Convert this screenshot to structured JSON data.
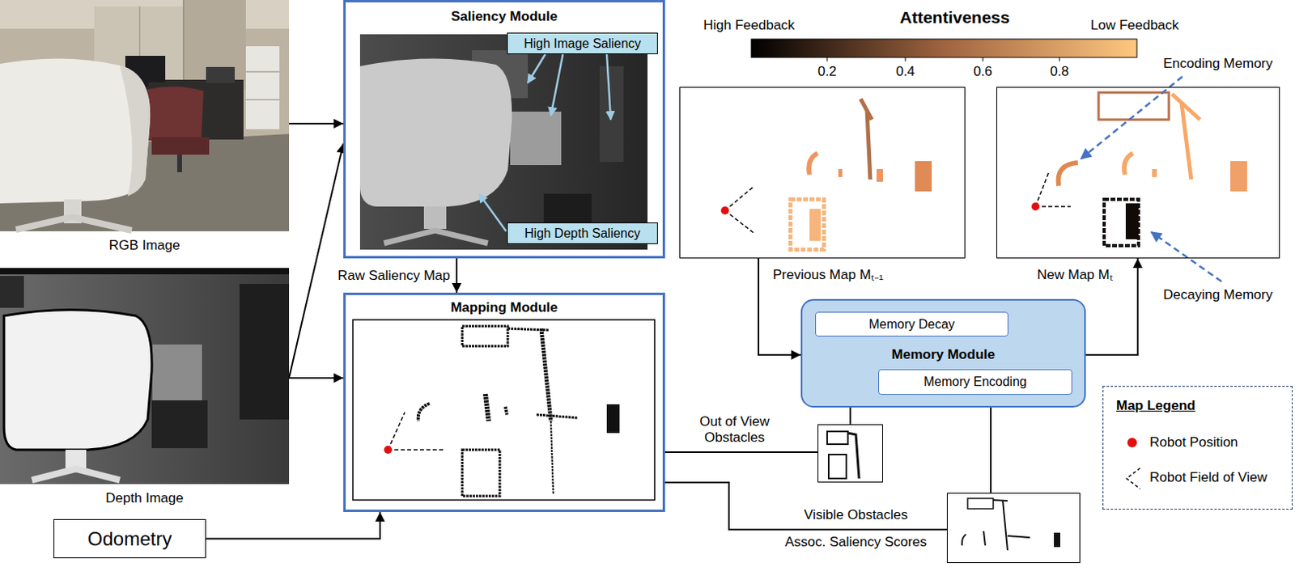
{
  "diagram": {
    "nodes": [
      {
        "text": [
          "RGB Image"
        ]
      },
      {
        "text": [
          "Depth Image"
        ]
      },
      {
        "text": [
          "Odometry"
        ]
      },
      {
        "text": [
          "Saliency Module"
        ]
      },
      {
        "text": [
          "High Image Saliency"
        ],
        "in": 3
      },
      {
        "text": [
          "High Depth Saliency"
        ],
        "in": 3
      },
      {
        "text": [
          "Mapping Module"
        ]
      },
      {
        "text": [
          "Previous Map Mₜ₋₁"
        ]
      },
      {
        "text": [
          "New Map Mₜ"
        ]
      },
      {
        "text": [
          "Memory Module"
        ]
      },
      {
        "text": [
          "Memory Decay"
        ],
        "in": 9
      },
      {
        "text": [
          "Memory Encoding"
        ],
        "in": 9
      },
      {
        "text": [
          "Out of View Obstacles"
        ]
      },
      {
        "text": [
          "Visible Obstacles",
          "Assoc. Saliency Scores"
        ]
      },
      {
        "text": [
          "Map Legend"
        ]
      }
    ],
    "edges": [
      {
        "from": 0,
        "to": 3,
        "arrow": "to"
      },
      {
        "from": 1,
        "to": 3,
        "arrow": "to"
      },
      {
        "from": 1,
        "to": 6,
        "arrow": "to"
      },
      {
        "from": 2,
        "to": 6,
        "arrow": "to"
      },
      {
        "from": 3,
        "to": 6,
        "label": "Raw Saliency Map",
        "arrow": "to"
      },
      {
        "from": 6,
        "to": 12,
        "arrow": "none"
      },
      {
        "from": 12,
        "to": 10,
        "arrow": "to"
      },
      {
        "from": 6,
        "to": 13,
        "arrow": "none"
      },
      {
        "from": 13,
        "to": 11,
        "arrow": "to"
      },
      {
        "from": 7,
        "to": 9,
        "arrow": "to"
      },
      {
        "from": 9,
        "to": 8,
        "arrow": "to"
      }
    ],
    "labels": [
      "Attentiveness",
      "High Feedback",
      "Low Feedback",
      "0.2",
      "0.4",
      "0.6",
      "0.8",
      "Encoding Memory",
      "Decaying Memory"
    ],
    "legend": [
      {
        "text": "Robot Position",
        "color": "#e01010"
      },
      {
        "text": "Robot Field of View"
      }
    ]
  }
}
